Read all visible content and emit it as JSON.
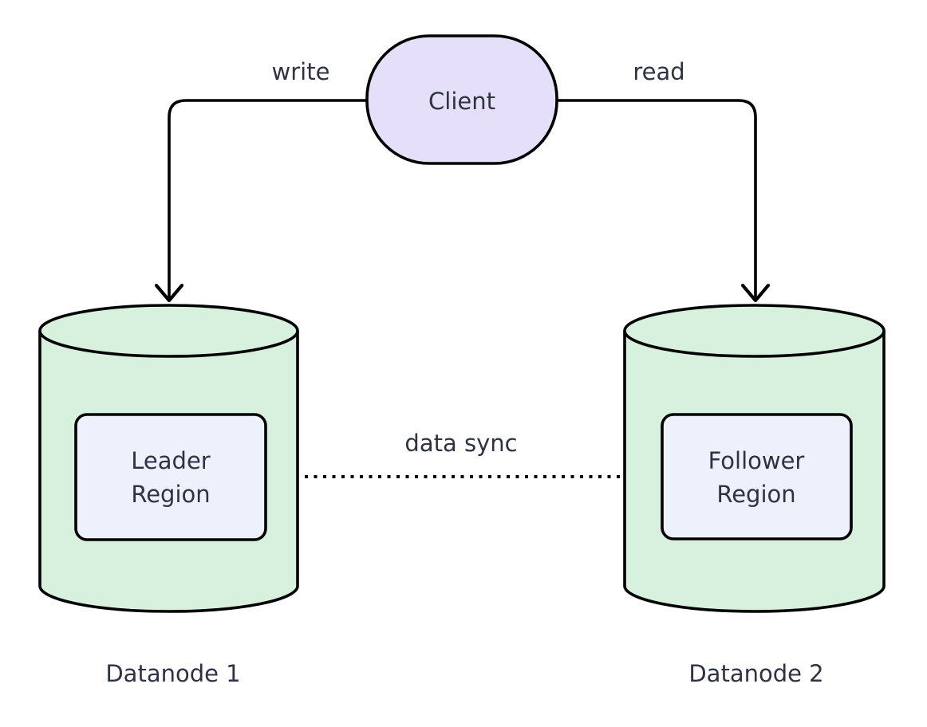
{
  "diagram": {
    "background": "#ffffff",
    "stroke_color": "#000000",
    "text_color": "#2e3344",
    "nodes": {
      "client": {
        "label": "Client",
        "fill": "#e6dff9"
      },
      "datanode1": {
        "label": "Datanode 1",
        "fill": "#d8f1de",
        "region": {
          "lines": [
            "Leader",
            "Region"
          ],
          "fill": "#edf1fb"
        }
      },
      "datanode2": {
        "label": "Datanode 2",
        "fill": "#d8f1de",
        "region": {
          "lines": [
            "Follower",
            "Region"
          ],
          "fill": "#edf1fb"
        }
      }
    },
    "edges": {
      "write": {
        "label": "write",
        "style": "solid",
        "from": "Client",
        "to": "Datanode 1"
      },
      "read": {
        "label": "read",
        "style": "solid",
        "from": "Client",
        "to": "Datanode 2"
      },
      "data_sync": {
        "label": "data sync",
        "style": "dotted",
        "from": "Leader Region",
        "to": "Follower Region"
      }
    }
  }
}
